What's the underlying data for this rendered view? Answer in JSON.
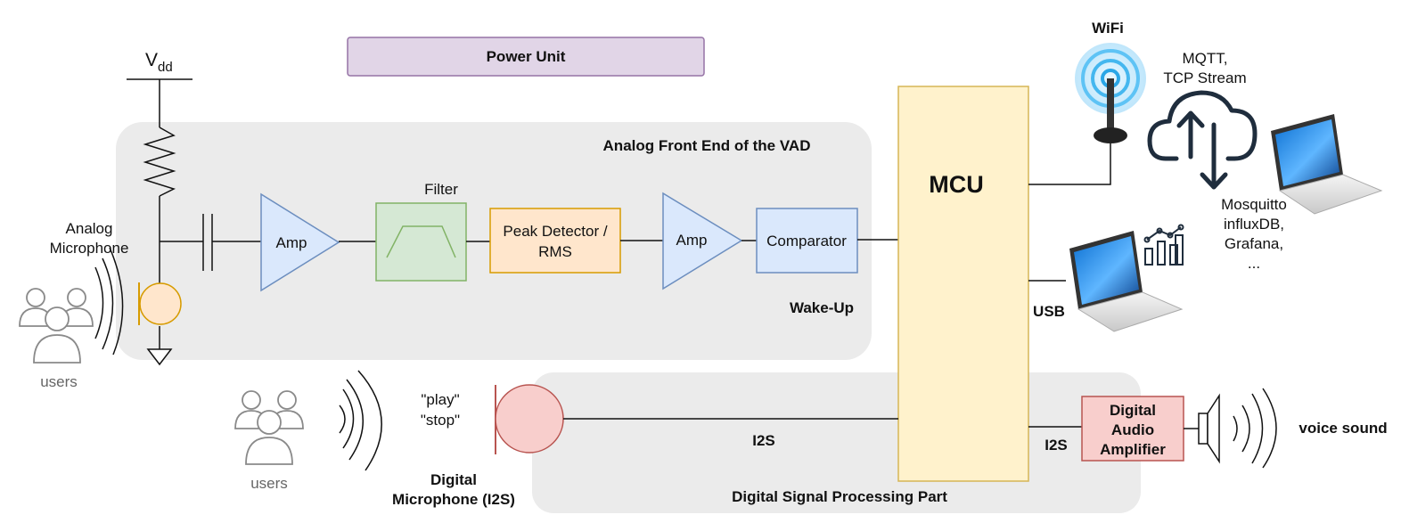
{
  "power_unit": "Power Unit",
  "vdd": {
    "main": "V",
    "sub": "dd"
  },
  "analog_region": {
    "title": "Analog Front End of the VAD",
    "wakeup": "Wake-Up"
  },
  "dsp_region": {
    "title": "Digital Signal Processing Part"
  },
  "analog_mic": {
    "line1": "Analog",
    "line2": "Microphone"
  },
  "users_top": "users",
  "users_bottom": "users",
  "amp1": "Amp",
  "filter_label": "Filter",
  "peak_detector": {
    "line1": "Peak Detector /",
    "line2": "RMS"
  },
  "amp2": "Amp",
  "comparator": "Comparator",
  "mcu": "MCU",
  "wifi": "WiFi",
  "mqtt": {
    "line1": "MQTT,",
    "line2": "TCP Stream"
  },
  "services": {
    "line1": "Mosquitto",
    "line2": "influxDB,",
    "line3": "Grafana,",
    "line4": "..."
  },
  "usb": "USB",
  "commands": {
    "line1": "\"play\"",
    "line2": "\"stop\""
  },
  "digital_mic": {
    "line1": "Digital",
    "line2": "Microphone (I2S)"
  },
  "i2s_mic": "I2S",
  "i2s_amp": "I2S",
  "amplifier": {
    "line1": "Digital",
    "line2": "Audio",
    "line3": "Amplifier"
  },
  "voice_sound": "voice sound",
  "colors": {
    "region_bg": "#ebebeb",
    "power_fill": "#e1d5e7",
    "power_stroke": "#9673a6",
    "amp_fill": "#dae8fc",
    "amp_stroke": "#6c8ebf",
    "filter_fill": "#d5e8d4",
    "filter_stroke": "#82b366",
    "peak_fill": "#ffe6cc",
    "peak_stroke": "#d79b00",
    "mcu_fill": "#fff2cc",
    "mcu_stroke": "#d6b656",
    "digital_fill": "#f8cecc",
    "digital_stroke": "#b85450"
  }
}
